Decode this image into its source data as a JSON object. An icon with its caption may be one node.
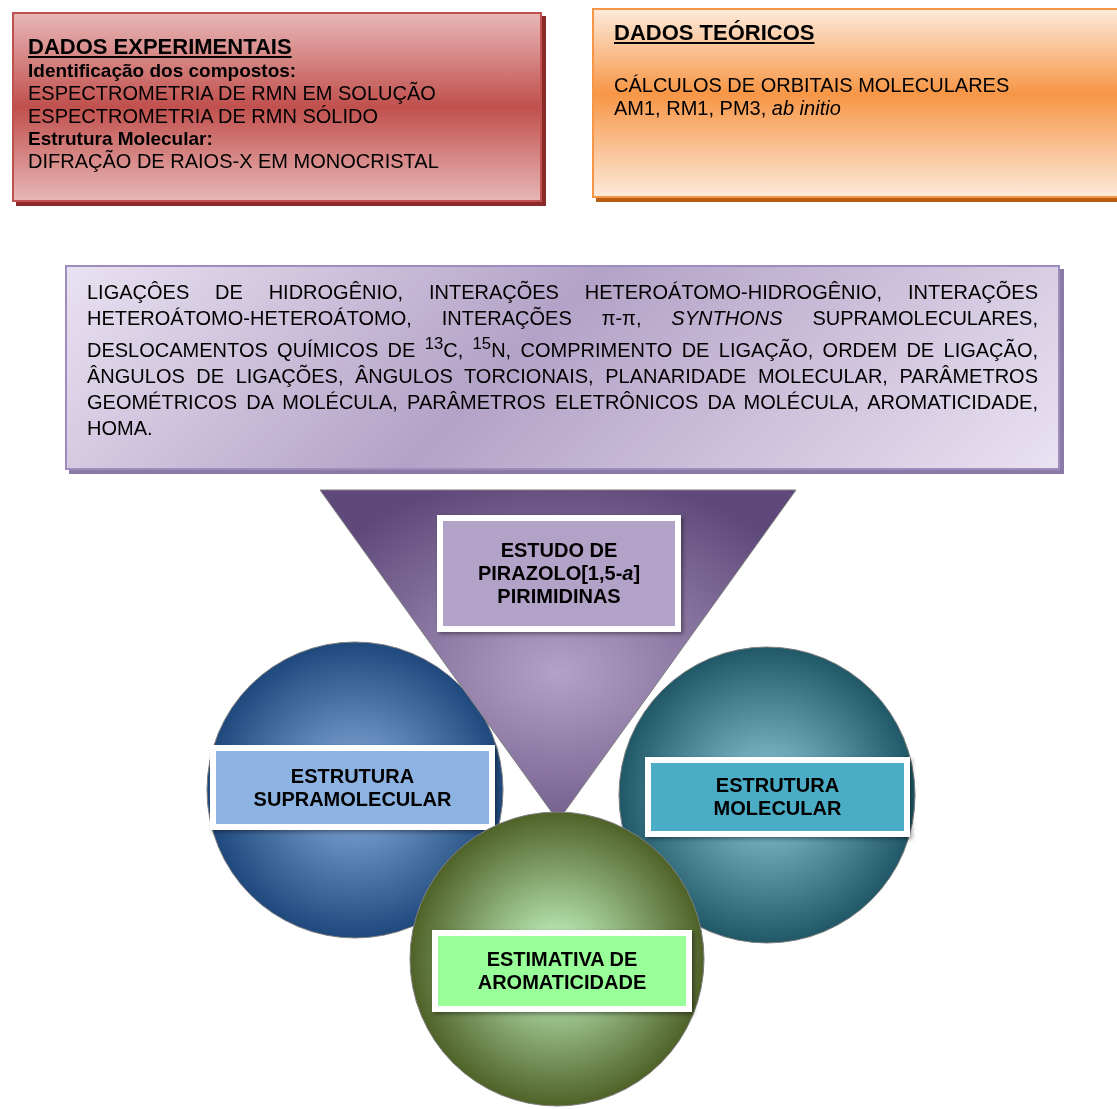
{
  "diagram": {
    "nodes": [
      {
        "text": [
          "DADOS EXPERIMENTAIS",
          "Identificação dos compostos:",
          "ESPECTROMETRIA DE RMN EM SOLUÇÃO",
          "ESPECTROMETRIA DE RMN SÓLIDO",
          "Estrutura Molecular:",
          "DIFRAÇÃO DE RAIOS-X EM MONOCRISTAL"
        ]
      },
      {
        "text": [
          "DADOS TEÓRICOS",
          "CÁLCULOS DE ORBITAIS MOLECULARES",
          "AM1, RM1, PM3, *ab initio*"
        ]
      },
      {
        "text": [
          "LIGAÇÔES DE HIDROGÊNIO, INTERAÇÕES HETEROÁTOMO-HIDROGÊNIO, INTERAÇÕES HETEROÁTOMO-HETEROÁTOMO, INTERAÇÕES π-π, *SYNTHONS* SUPRAMOLECULARES, DESLOCAMENTOS QUÍMICOS DE $^{13}$C, $^{15}$N, COMPRIMENTO DE LIGAÇÃO, ORDEM DE LIGAÇÃO, ÂNGULOS DE LIGAÇÕES, ÂNGULOS TORCIONAIS, PLANARIDADE MOLECULAR, PARÂMETROS GEOMÉTRICOS DA MOLÉCULA, PARÂMETROS ELETRÔNICOS DA MOLÉCULA, AROMATICIDADE, HOMA."
        ]
      },
      {
        "text": [],
        "shape": "triangle"
      },
      {
        "text": [
          "ESTUDO DE PIRAZOLO[1,5-*a*] PIRIMIDINAS"
        ],
        "in": 3
      },
      {
        "text": [],
        "shape": "circle"
      },
      {
        "text": [
          "ESTRUTURA SUPRAMOLECULAR"
        ],
        "in": 5
      },
      {
        "text": [],
        "shape": "circle"
      },
      {
        "text": [
          "ESTRUTURA MOLECULAR"
        ],
        "in": 7
      },
      {
        "text": [],
        "shape": "circle"
      },
      {
        "text": [
          "ESTIMATIVA DE AROMATICIDADE"
        ],
        "in": 9
      }
    ]
  }
}
